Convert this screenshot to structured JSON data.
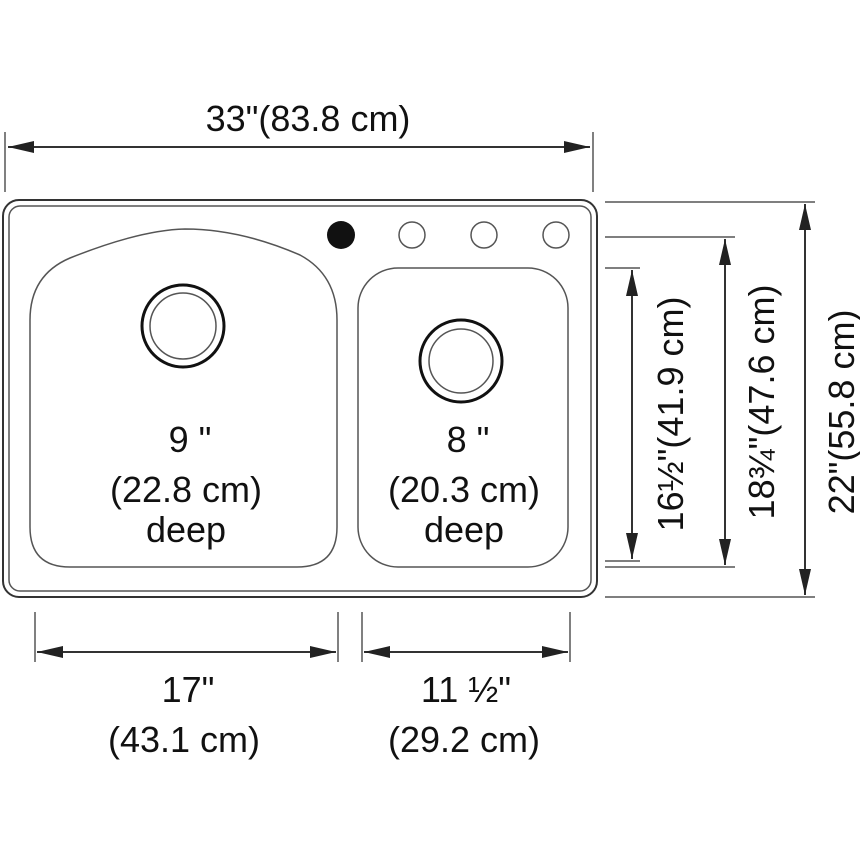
{
  "overall_width": {
    "label": "33\"(83.8 cm)"
  },
  "overall_depth": {
    "label": "22\"(55.8 cm)"
  },
  "bowl_left": {
    "depth_in": "9 \"",
    "depth_cm": "(22.8 cm)",
    "depth_word": "deep",
    "width_in": "17\"",
    "width_cm": "(43.1 cm)"
  },
  "bowl_right": {
    "depth_in": "8 \"",
    "depth_cm": "(20.3 cm)",
    "depth_word": "deep",
    "width_in": "11 ½\"",
    "width_cm": "(29.2 cm)"
  },
  "bowl_right_length": {
    "label": "16½\"(41.9 cm)"
  },
  "bowl_left_length": {
    "label": "18¾\"(47.6 cm)"
  },
  "faucet_holes": {
    "count": 4,
    "filled": 1
  },
  "colors": {
    "line": "#333333",
    "text": "#111111",
    "background": "#ffffff"
  }
}
